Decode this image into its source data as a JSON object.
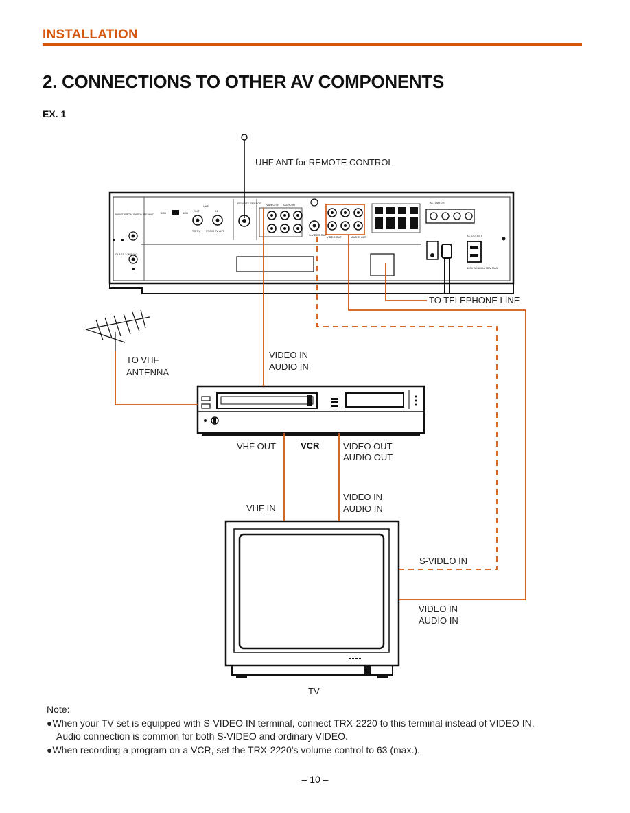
{
  "header": {
    "section": "INSTALLATION",
    "title": "2. CONNECTIONS TO OTHER AV COMPONENTS",
    "example": "EX. 1"
  },
  "diagram": {
    "uhf_ant": "UHF ANT for REMOTE CONTROL",
    "telephone": "TO TELEPHONE LINE",
    "antenna": [
      "TO VHF",
      "ANTENNA"
    ],
    "vcr_in": [
      "VIDEO IN",
      "AUDIO IN"
    ],
    "vcr_label": "VCR",
    "vhf_out": "VHF OUT",
    "vcr_out": [
      "VIDEO OUT",
      "AUDIO OUT"
    ],
    "vhf_in": "VHF IN",
    "tv_in_from_vcr": [
      "VIDEO IN",
      "AUDIO IN"
    ],
    "s_video_in": "S-VIDEO IN",
    "tv_in_from_receiver": [
      "VIDEO IN",
      "AUDIO IN"
    ],
    "tv_label": "TV",
    "panel": {
      "vhf": "VHF",
      "out": "OUT",
      "in": "IN",
      "to_tv": "TO TV",
      "from_tv_ant": "FROM TV ANT",
      "ch3": "3CH",
      "ch4": "4CH",
      "remote_sensor": "REMOTE SENSOR",
      "video_in": "VIDEO IN",
      "audio_in": "AUDIO IN",
      "video_out": "VIDEO OUT",
      "audio_out": "AUDIO OUT",
      "svideo_out": "S-VIDEO OUT",
      "actuator": "ACTUATOR",
      "ac_outlet": "AC OUTLET",
      "input_sat": "INPUT FROM SATELLITE ANT",
      "class2": "CLASS 2 WIRING",
      "ac_rating": "120V AC 60Hz 75W MAX"
    },
    "line_color": "#d4570f"
  },
  "note": {
    "title": "Note:",
    "items": [
      {
        "bullet": "●",
        "lines": [
          "When your TV set is equipped with S-VIDEO IN terminal, connect TRX-2220 to this terminal instead of VIDEO IN.",
          "Audio connection is common for both S-VIDEO and ordinary VIDEO."
        ]
      },
      {
        "bullet": "●",
        "lines": [
          "When recording a program on a VCR, set the TRX-2220's volume control to 63 (max.)."
        ]
      }
    ]
  },
  "footer": {
    "page": "– 10 –"
  }
}
